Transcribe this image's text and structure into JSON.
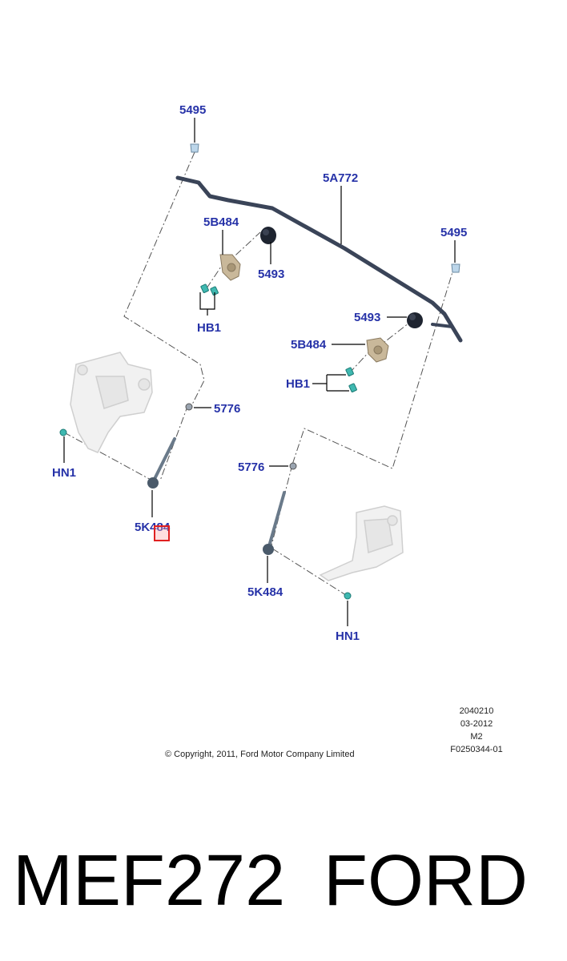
{
  "callouts": {
    "stab_bar": "5A772",
    "link_bolt_left": "5495",
    "link_bolt_right": "5495",
    "bushing_left": "5493",
    "bushing_right": "5493",
    "bracket_left": "5B484",
    "bracket_right": "5B484",
    "bolts_left": "HB1",
    "bolts_right": "HB1",
    "nut_left": "5776",
    "nut_right": "5776",
    "link_left": "5K484",
    "link_right": "5K484",
    "knuckle_bolt_left": "HN1",
    "knuckle_bolt_right": "HN1"
  },
  "diagram_codes": [
    "2040210",
    "03-2012",
    "M2",
    "F0250344-01"
  ],
  "copyright": "© Copyright, 2011, Ford Motor Company Limited",
  "part_number": "MEF272",
  "brand": "FORD",
  "colors": {
    "callout_text": "#2632a8",
    "bar": "#3a4458",
    "bracket": "#c9b89a",
    "bolt": "#3fb8b0",
    "highlight": "#e02020"
  }
}
